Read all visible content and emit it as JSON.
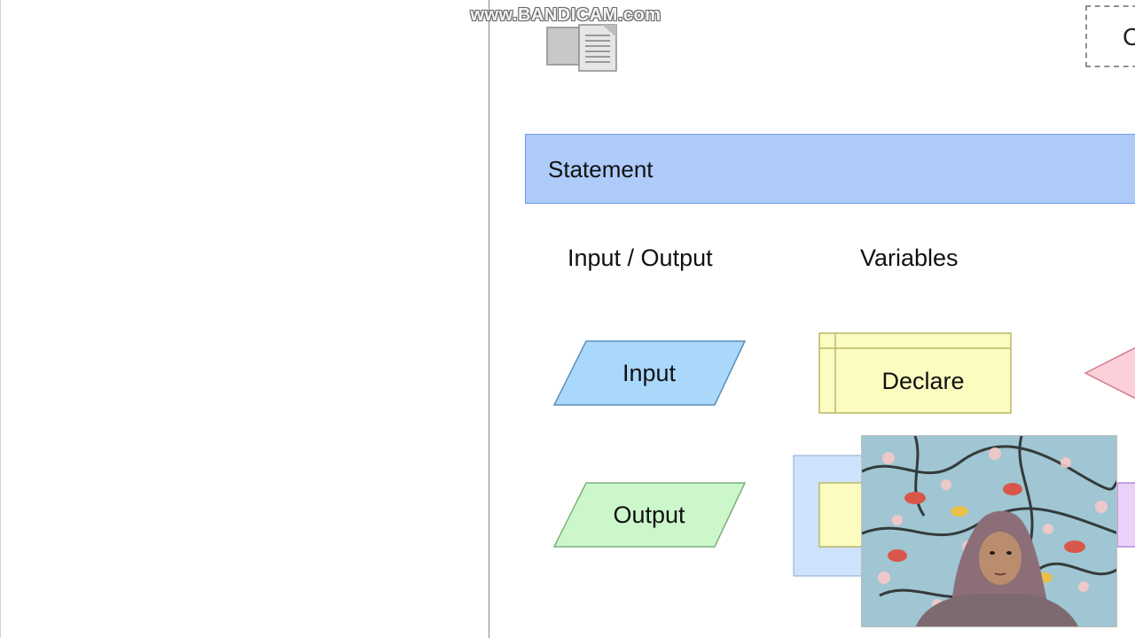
{
  "watermark": {
    "text": "www.BANDICAM.com"
  },
  "toolbar": {
    "shape_partial_label": "C"
  },
  "statement": {
    "label": "Statement"
  },
  "headings": {
    "io": "Input / Output",
    "variables": "Variables"
  },
  "shapes": {
    "input": "Input",
    "output": "Output",
    "declare": "Declare"
  },
  "colors": {
    "statement_fill": "#aecbfa",
    "input_fill": "#aad8fb",
    "output_fill": "#ccf7cb",
    "declare_fill": "#fcfcc0",
    "assign_fill": "#cfe2fc",
    "decision_fill": "#fbd0d8",
    "module_fill": "#e9d2f8"
  },
  "icons": {
    "document": "document-icon",
    "webcam": "webcam-overlay"
  }
}
